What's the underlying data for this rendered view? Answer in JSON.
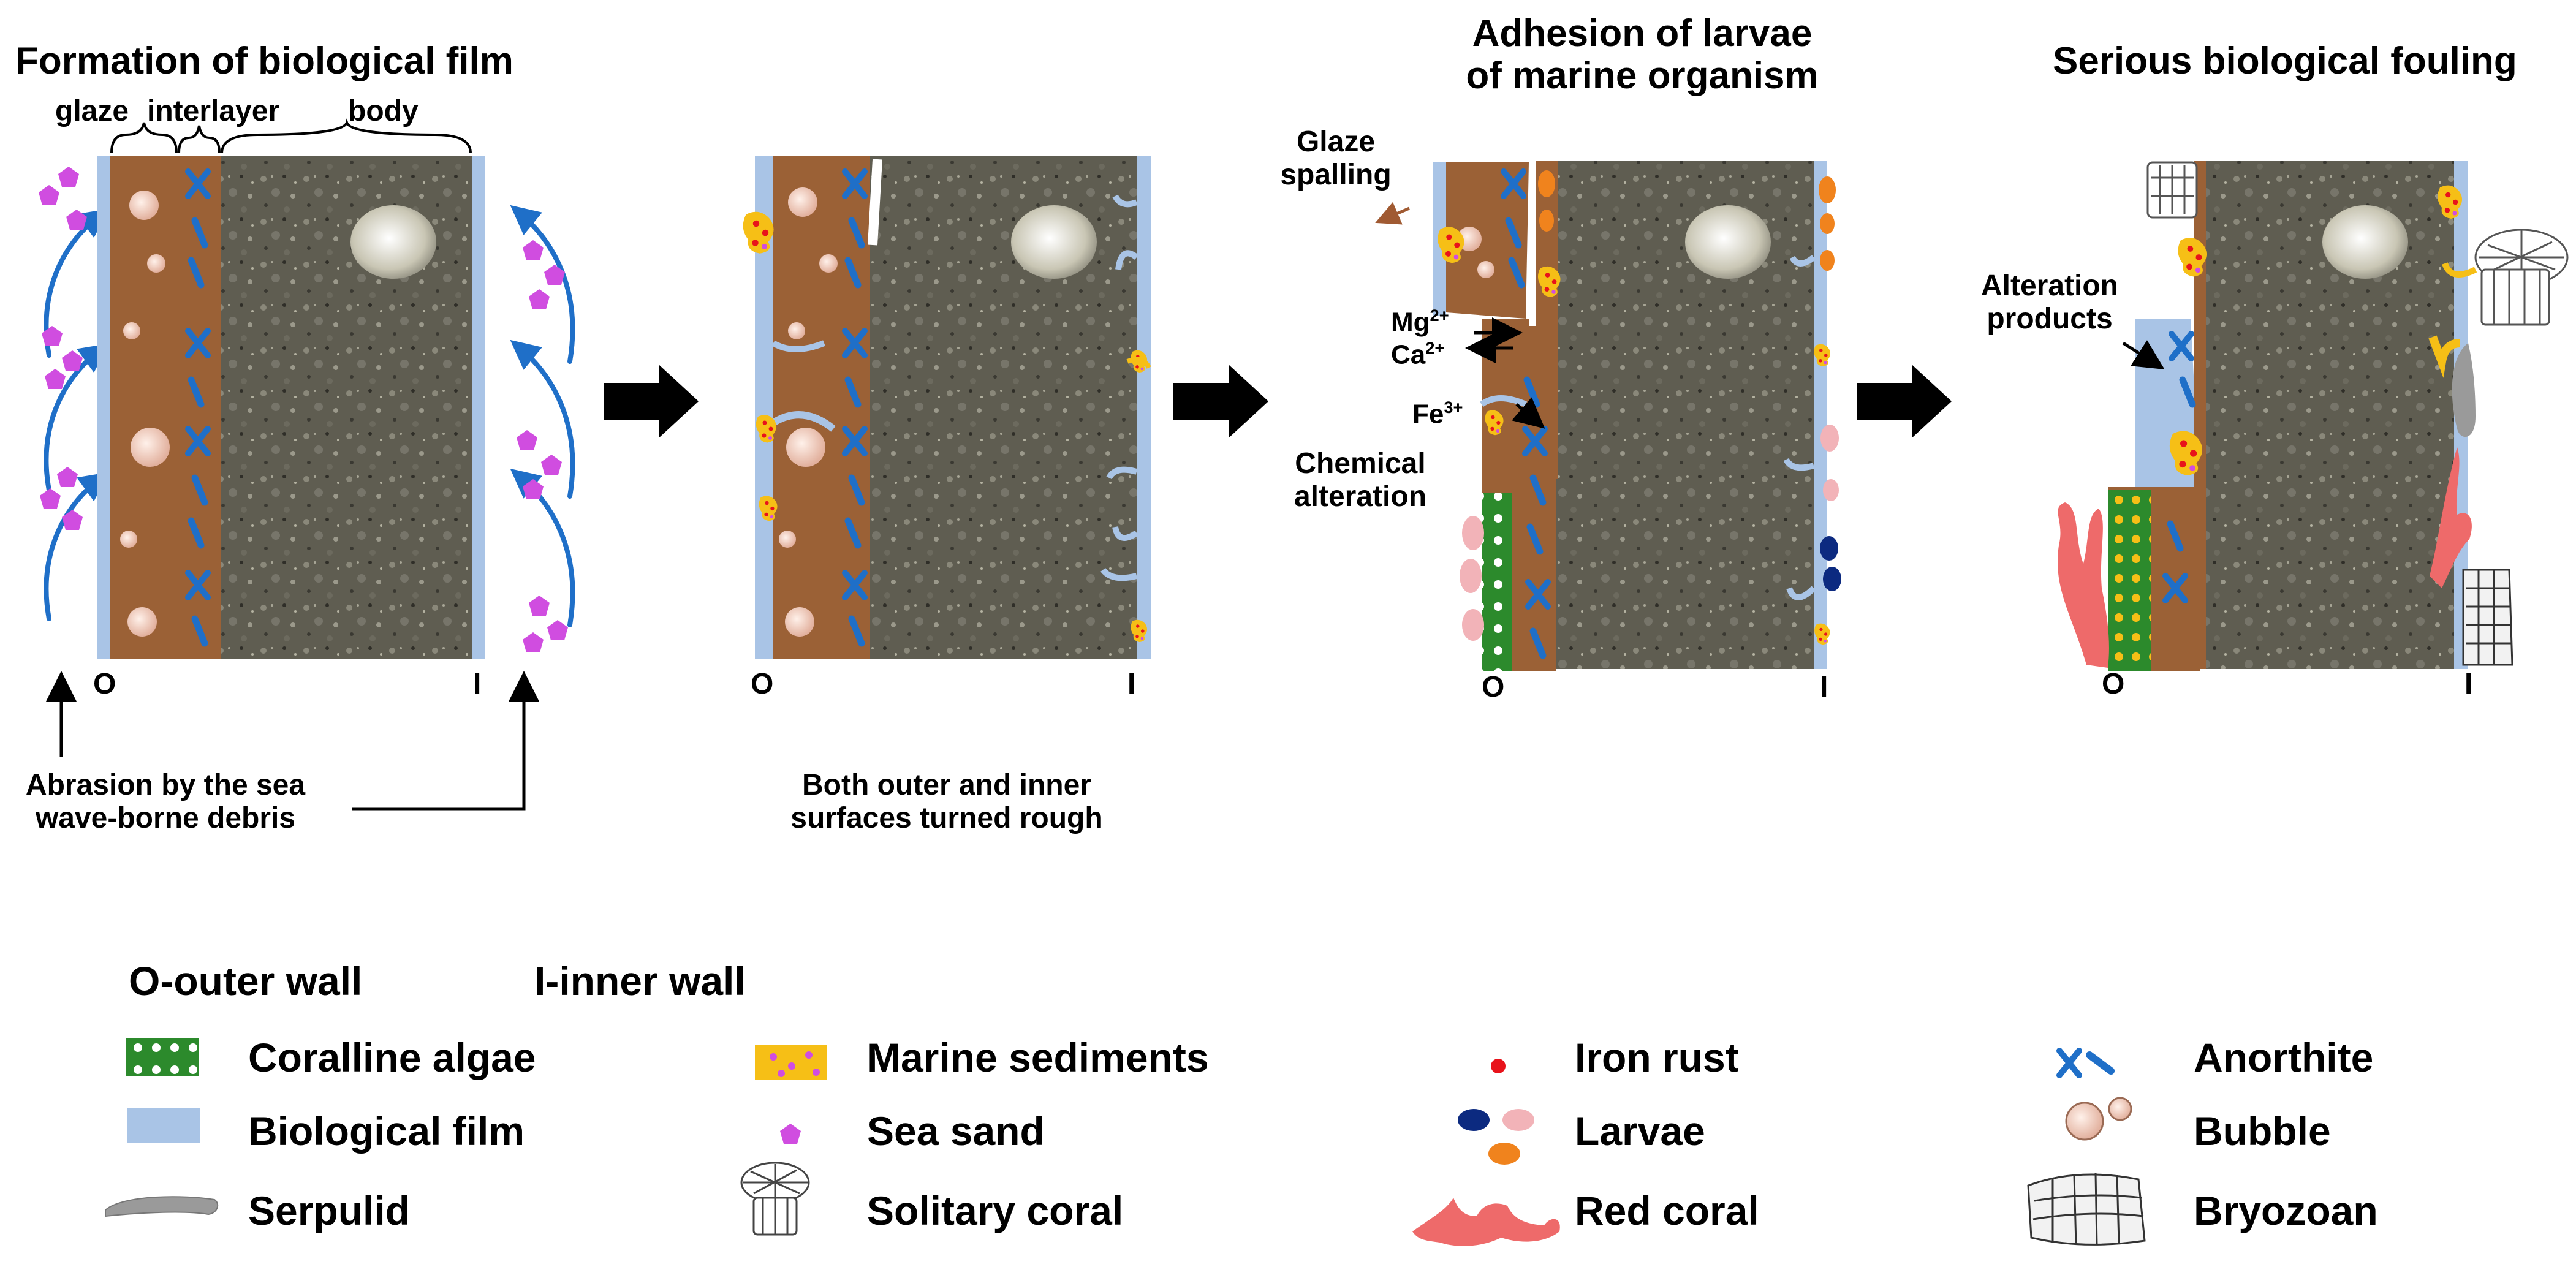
{
  "stages": [
    {
      "title": "Formation of biological film",
      "note": "Abrasion by the sea wave-borne debris"
    },
    {
      "title": "",
      "note": "Both outer and inner surfaces turned rough"
    },
    {
      "title": "Adhesion of larvae of marine organism",
      "note": ""
    },
    {
      "title": "Serious biological fouling",
      "note": ""
    }
  ],
  "labels": {
    "glaze": "glaze",
    "interlayer": "interlayer",
    "body": "body",
    "outer_marker": "O",
    "inner_marker": "I",
    "abrasion_line1": "Abrasion by the sea",
    "abrasion_line2": "wave-borne debris",
    "rough_line1": "Both outer and inner",
    "rough_line2": "surfaces turned rough",
    "adhesion_line1": "Adhesion of larvae",
    "adhesion_line2": "of marine organism",
    "glaze_spalling_line1": "Glaze",
    "glaze_spalling_line2": "spalling",
    "mg": "Mg",
    "mg_charge": "2+",
    "ca": "Ca",
    "ca_charge": "2+",
    "fe": "Fe",
    "fe_charge": "3+",
    "chem_line1": "Chemical",
    "chem_line2": "alteration",
    "alter_line1": "Alteration",
    "alter_line2": "products"
  },
  "legend": {
    "outer_wall": "O-outer wall",
    "inner_wall": "I-inner wall",
    "items": [
      {
        "label": "Coralline algae"
      },
      {
        "label": "Biological film"
      },
      {
        "label": "Serpulid"
      },
      {
        "label": "Marine sediments"
      },
      {
        "label": "Sea sand"
      },
      {
        "label": "Solitary coral"
      },
      {
        "label": "Iron rust"
      },
      {
        "label": "Larvae"
      },
      {
        "label": "Red coral"
      },
      {
        "label": "Anorthite"
      },
      {
        "label": "Bubble"
      },
      {
        "label": "Bryozoan"
      }
    ]
  },
  "colors": {
    "glaze_brown": "#9b6136",
    "biofilm_blue": "#a9c4e6",
    "anorthite_blue": "#1f6fc8",
    "sand_pink": "#d04de0",
    "bubble": "#ecc4b4",
    "coralline_green": "#2c8a2c",
    "sediment_yellow": "#f6bf16",
    "rust_red": "#e8131b",
    "red_coral": "#ee6a6a",
    "larva_navy": "#0c2a80",
    "larva_pink": "#f2b3b8",
    "larva_orange": "#f0831d",
    "body_gray": "#5d5b4f",
    "arrow_black": "#000000"
  },
  "icons": [
    "wave-arrow-icon",
    "process-arrow-icon",
    "coralline-algae-icon",
    "biofilm-icon",
    "serpulid-icon",
    "marine-sediment-icon",
    "sea-sand-icon",
    "solitary-coral-icon",
    "iron-rust-icon",
    "larvae-icon",
    "red-coral-icon",
    "anorthite-icon",
    "bubble-icon",
    "bryozoan-icon"
  ]
}
